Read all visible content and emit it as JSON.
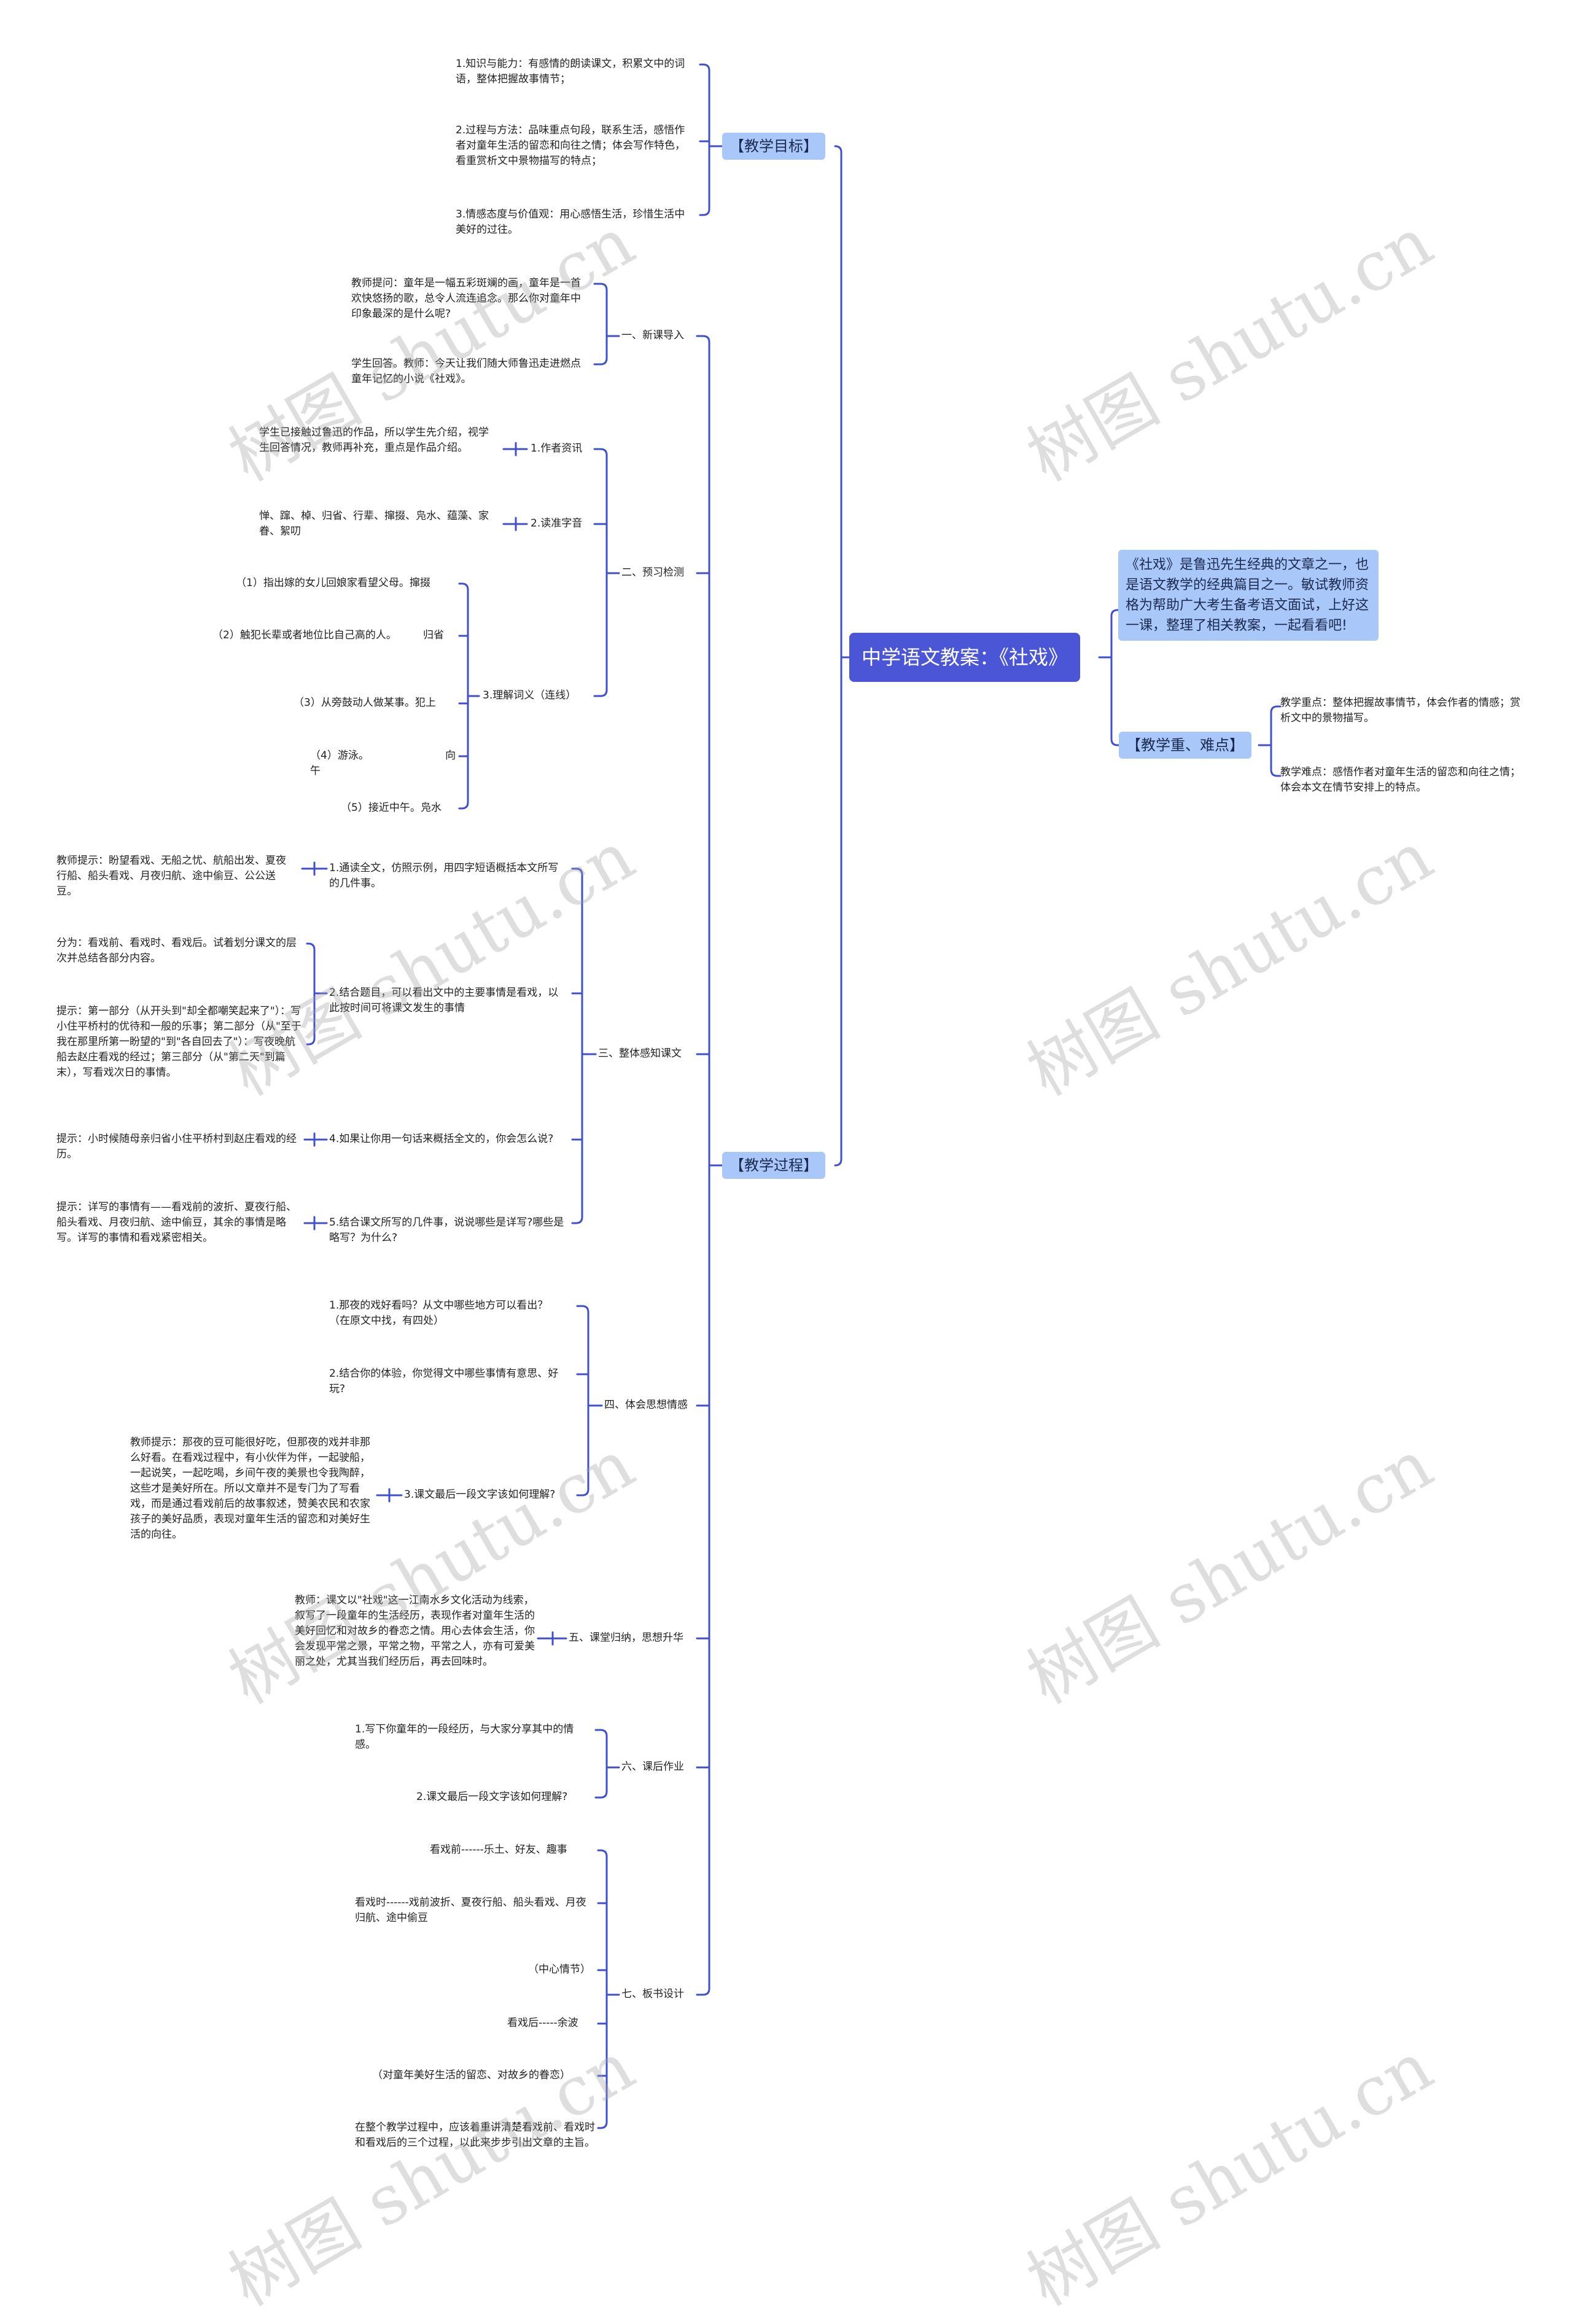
{
  "root": "中学语文教案：《社戏》",
  "intro": "《社戏》是鲁迅先生经典的文章之一，也是语文教学的经典篇目之一。敏试教师资格为帮助广大考生备考语文面试，上好这一课，整理了相关教案，一起看看吧!",
  "key_points": {
    "title": "【教学重、难点】",
    "items": [
      "教学重点：整体把握故事情节，体会作者的情感；赏析文中的景物描写。",
      "教学难点：感悟作者对童年生活的留恋和向往之情；体会本文在情节安排上的特点。"
    ]
  },
  "goals": {
    "title": "【教学目标】",
    "items": [
      "1.知识与能力：有感情的朗读课文，积累文中的词语，整体把握故事情节；",
      "2.过程与方法：品味重点句段，联系生活，感悟作者对童年生活的留恋和向往之情；体会写作特色，看重赏析文中景物描写的特点；",
      "3.情感态度与价值观：用心感悟生活，珍惜生活中美好的过往。"
    ]
  },
  "process": {
    "title": "【教学过程】",
    "s1": {
      "title": "一、新课导入",
      "items": [
        "教师提问：童年是一幅五彩斑斓的画，童年是一首欢快悠扬的歌，总令人流连追念。那么你对童年中印象最深的是什么呢?",
        "学生回答。教师：今天让我们随大师鲁迅走进燃点童年记忆的小说《社戏》。"
      ]
    },
    "s2": {
      "title": "二、预习检测",
      "author": {
        "title": "1.作者资讯",
        "text": "学生已接触过鲁迅的作品，所以学生先介绍，视学生回答情况，教师再补充，重点是作品介绍。"
      },
      "pron": {
        "title": "2.读准字音",
        "text": "惮、蹿、棹、归省、行辈、撺掇、凫水、蕴藻、家眷、絮叨"
      },
      "vocab": {
        "title": "3.理解词义（连线）",
        "items": [
          "（1）指出嫁的女儿回娘家看望父母。撺掇",
          "（2）触犯长辈或者地位比自己高的人。        归省",
          "（3）从旁鼓动人做某事。犯上",
          "（4）游泳。                       向午",
          "（5）接近中午。凫水"
        ]
      }
    },
    "s3": {
      "title": "三、整体感知课文",
      "q1": {
        "title": "1.通读全文，仿照示例，用四字短语概括本文所写的几件事。",
        "hint": "教师提示：盼望看戏、无船之忧、航船出发、夏夜行船、船头看戏、月夜归航、途中偷豆、公公送豆。"
      },
      "q2": {
        "title": "2.结合题目，可以看出文中的主要事情是看戏，以此按时间可将课文发生的事情",
        "items": [
          "分为：看戏前、看戏时、看戏后。试着划分课文的层次并总结各部分内容。",
          "提示：第一部分（从开头到\"却全都嘲笑起来了\"）：写小住平桥村的优待和一般的乐事；第二部分（从\"至于我在那里所第一盼望的\"到\"各自回去了\"）：写夜晚航船去赵庄看戏的经过；第三部分（从\"第二天\"到篇末），写看戏次日的事情。"
        ]
      },
      "q4": {
        "title": "4.如果让你用一句话来概括全文的，你会怎么说?",
        "hint": "提示：小时候随母亲归省小住平桥村到赵庄看戏的经历。"
      },
      "q5": {
        "title": "5.结合课文所写的几件事，说说哪些是详写?哪些是略写？为什么?",
        "hint": "提示：详写的事情有——看戏前的波折、夏夜行船、船头看戏、月夜归航、途中偷豆，其余的事情是略写。详写的事情和看戏紧密相关。"
      }
    },
    "s4": {
      "title": "四、体会思想情感",
      "q1": "1.那夜的戏好看吗？从文中哪些地方可以看出？（在原文中找，有四处）",
      "q2": "2.结合你的体验，你觉得文中哪些事情有意思、好玩?",
      "q3": {
        "title": "3.课文最后一段文字该如何理解?",
        "hint": "教师提示：那夜的豆可能很好吃，但那夜的戏并非那么好看。在看戏过程中，有小伙伴为伴，一起驶船，一起说笑，一起吃喝，乡间午夜的美景也令我陶醉，这些才是美好所在。所以文章并不是专门为了写看戏，而是通过看戏前后的故事叙述，赞美农民和农家孩子的美好品质，表现对童年生活的留恋和对美好生活的向往。"
      }
    },
    "s5": {
      "title": "五、课堂归纳，思想升华",
      "text": "教师：课文以\"社戏\"这一江南水乡文化活动为线索，叙写了一段童年的生活经历，表现作者对童年生活的美好回忆和对故乡的眷恋之情。用心去体会生活，你会发现平常之景，平常之物，平常之人，亦有可爱美丽之处，尤其当我们经历后，再去回味时。"
    },
    "s6": {
      "title": "六、课后作业",
      "items": [
        "1.写下你童年的一段经历，与大家分享其中的情感。",
        "2.课文最后一段文字该如何理解?"
      ]
    },
    "s7": {
      "title": "七、板书设计",
      "items": [
        "看戏前------乐土、好友、趣事",
        "看戏时------戏前波折、夏夜行船、船头看戏、月夜归航、途中偷豆",
        "（中心情节）",
        "看戏后-----余波",
        "（对童年美好生活的留恋、对故乡的眷恋）",
        "在整个教学过程中，应该着重讲清楚看戏前、看戏时和看戏后的三个过程，以此来步步引出文章的主旨。"
      ]
    }
  },
  "watermark": "树图 shutu.cn",
  "colors": {
    "root_bg": "#4a56d6",
    "section_bg": "#a9c7f8",
    "line": "#3f4fcf"
  }
}
